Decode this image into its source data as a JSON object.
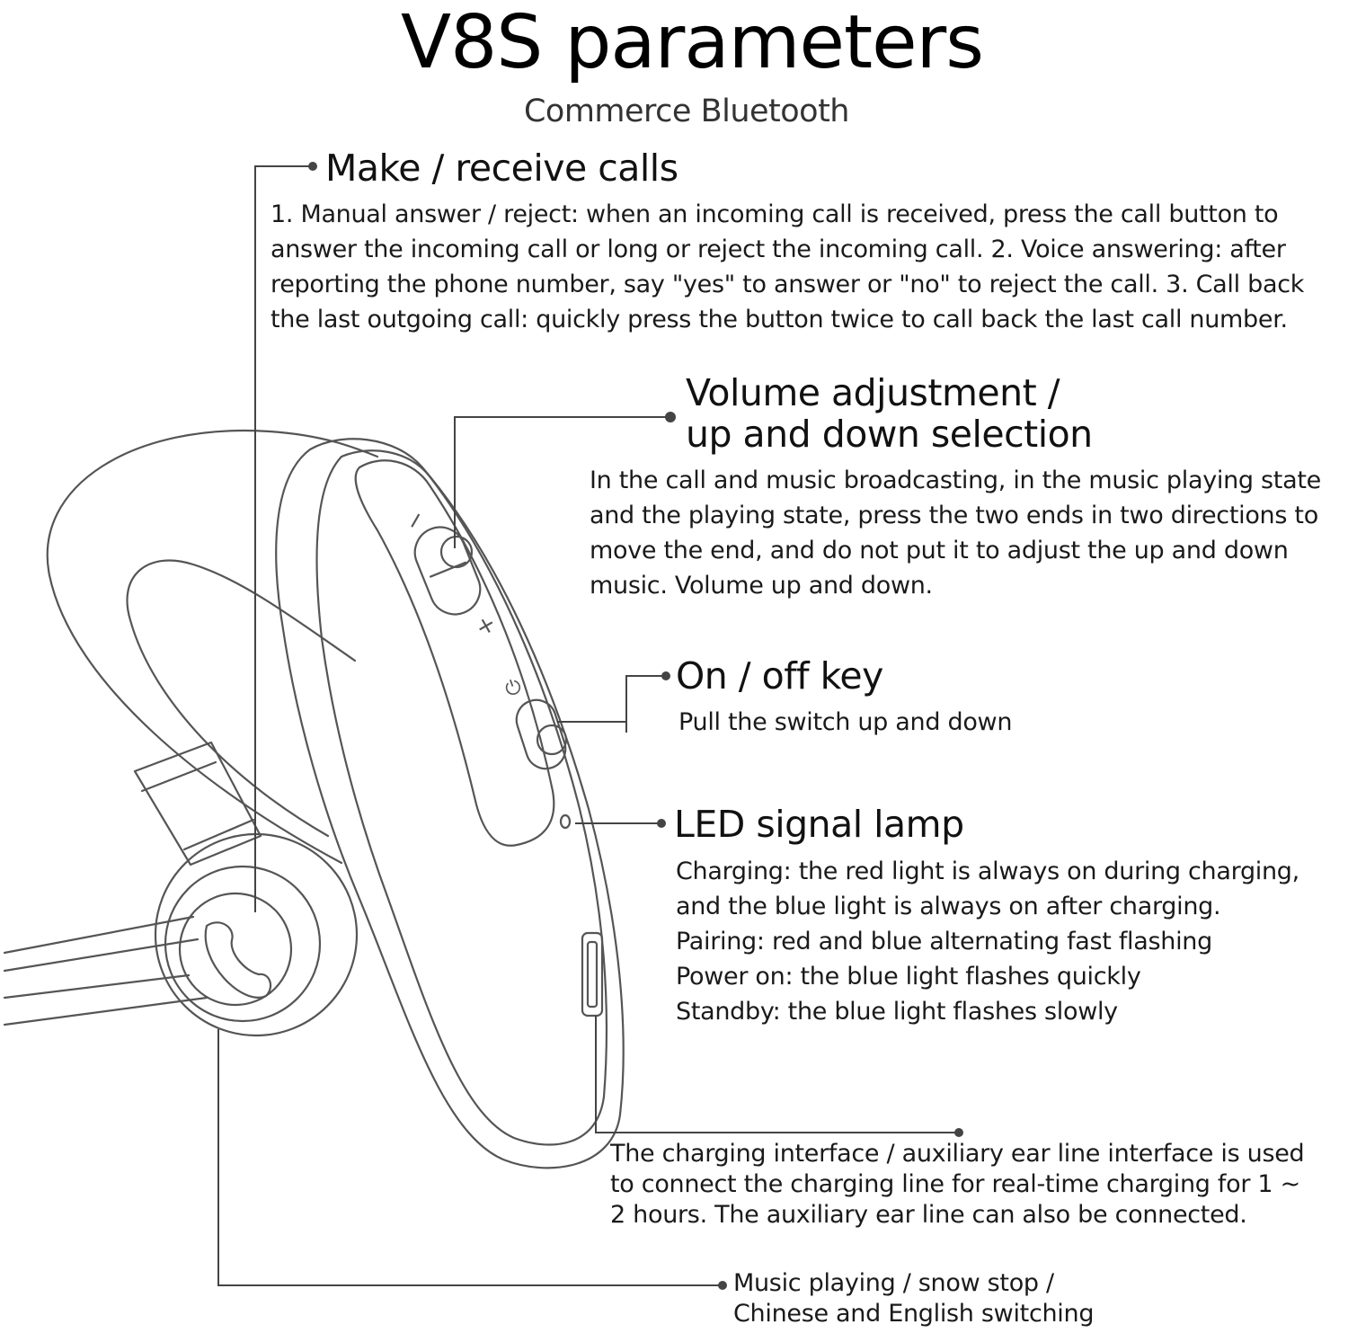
{
  "title": "V8S parameters",
  "subtitle": "Commerce Bluetooth",
  "sections": {
    "calls": {
      "heading": "Make / receive calls",
      "lines": [
        "1. Manual answer / reject: when an incoming call is received, press the call button to",
        "answer the incoming call or long or reject the incoming call. 2. Voice answering: after",
        "reporting the phone number, say \"yes\" to answer or \"no\" to reject the call. 3. Call back",
        "the last outgoing call: quickly press the button twice to call back the last call number."
      ]
    },
    "volume": {
      "heading_lines": [
        "Volume adjustment /",
        "up and down selection"
      ],
      "lines": [
        "In the call and music broadcasting, in the music playing state",
        "and the playing state, press the two ends in two directions to",
        "move the end, and do not put it to adjust the up and down",
        "music. Volume up and down."
      ]
    },
    "power": {
      "heading": "On / off key",
      "lines": [
        "Pull the switch up and down"
      ]
    },
    "led": {
      "heading": "LED signal lamp",
      "lines": [
        "Charging: the red light is always on during charging,",
        "and the blue light is always on after charging.",
        "Pairing: red and blue alternating fast flashing",
        "Power on: the blue light flashes quickly",
        "Standby: the blue light flashes slowly"
      ]
    },
    "charging": {
      "lines": [
        "The charging interface / auxiliary ear line interface is used",
        "to connect the charging line for real-time charging for 1 ~",
        "2 hours. The auxiliary ear line can also be connected."
      ]
    },
    "music": {
      "lines": [
        "Music playing / snow stop /",
        "Chinese and English switching"
      ]
    }
  },
  "icons": {
    "button_minus": "−",
    "button_plus": "+",
    "power_symbol": "⏻"
  }
}
